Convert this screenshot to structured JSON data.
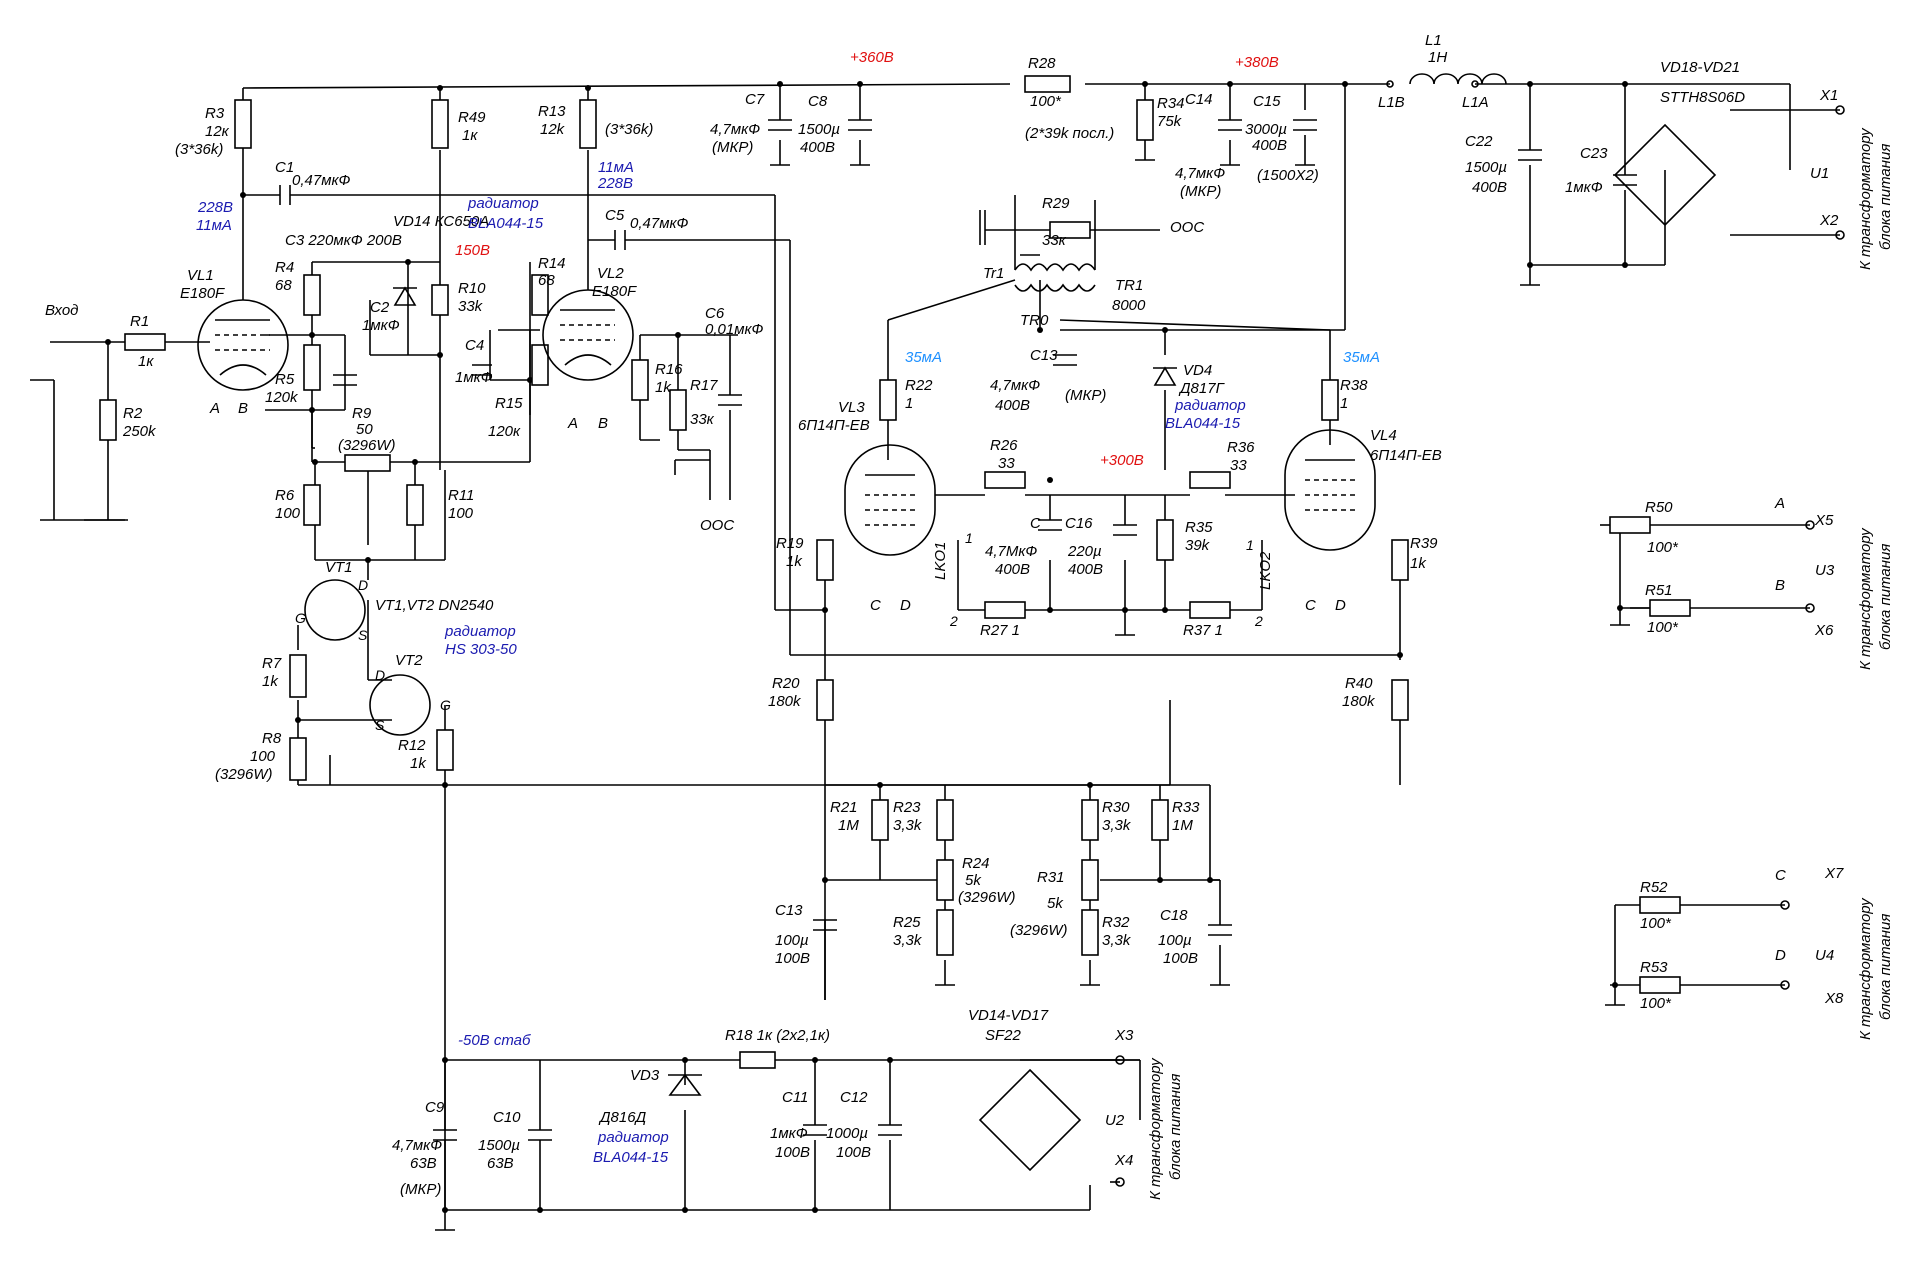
{
  "input": {
    "label": "Вход"
  },
  "rails": {
    "v360": "+360В",
    "v380": "+380В",
    "v150": "150В",
    "v300": "+300В",
    "m50": "-50В стаб",
    "vl1_supply": "228В\n11мА",
    "vl2_supply": "11мА\n228В",
    "vl3_current": "35мА",
    "vl4_current": "35мА"
  },
  "tubes": {
    "vl1": {
      "name": "VL1",
      "type": "E180F",
      "pinA": "A",
      "pinB": "B"
    },
    "vl2": {
      "name": "VL2",
      "type": "E180F",
      "pinA": "A",
      "pinB": "B"
    },
    "vl3": {
      "name": "VL3",
      "type": "6П14П-ЕВ",
      "pinC": "C",
      "pinD": "D"
    },
    "vl4": {
      "name": "VL4",
      "type": "6П14П-ЕВ",
      "pinC": "C",
      "pinD": "D"
    }
  },
  "transistors": {
    "vt1": "VT1",
    "vt2": "VT2",
    "type": "VT1,VT2 DN2540",
    "heatsink": "радиатор\nHS 303-50",
    "pins": {
      "g": "G",
      "d": "D",
      "s": "S"
    }
  },
  "resistors": {
    "r1": [
      "R1",
      "1к"
    ],
    "r2": [
      "R2",
      "250k"
    ],
    "r3": [
      "R3",
      "12к",
      "(3*36k)"
    ],
    "r4": [
      "R4",
      "68"
    ],
    "r5": [
      "R5",
      "120k"
    ],
    "r6": [
      "R6",
      "100"
    ],
    "r7": [
      "R7",
      "1k"
    ],
    "r8": [
      "R8",
      "100",
      "(3296W)"
    ],
    "r9": [
      "R9",
      "50",
      "(3296W)"
    ],
    "r10": [
      "R10",
      "33k"
    ],
    "r11": [
      "R11",
      "100"
    ],
    "r12": [
      "R12",
      "1k"
    ],
    "r13": [
      "R13",
      "12k",
      "(3*36k)"
    ],
    "r14": [
      "R14",
      "68"
    ],
    "r15": [
      "R15",
      "120к"
    ],
    "r16": [
      "R16",
      "1k"
    ],
    "r17": [
      "R17",
      "33к"
    ],
    "r18": [
      "R18 1к (2x2,1к)"
    ],
    "r19": [
      "R19",
      "1k"
    ],
    "r20": [
      "R20",
      "180k"
    ],
    "r21": [
      "R21",
      "1M"
    ],
    "r22": [
      "R22",
      "1"
    ],
    "r23": [
      "R23",
      "3,3k"
    ],
    "r24": [
      "R24",
      "5k",
      "(3296W)"
    ],
    "r25": [
      "R25",
      "3,3k"
    ],
    "r26": [
      "R26",
      "33"
    ],
    "r27": [
      "R27 1"
    ],
    "r28": [
      "R28",
      "100*",
      "(2*39k посл.)"
    ],
    "r29": [
      "R29",
      "33к"
    ],
    "r30": [
      "R30",
      "3,3k"
    ],
    "r31": [
      "R31",
      "5k",
      "(3296W)"
    ],
    "r32": [
      "R32",
      "3,3k"
    ],
    "r33": [
      "R33",
      "1M"
    ],
    "r34": [
      "R34",
      "75k"
    ],
    "r35": [
      "R35",
      "39k"
    ],
    "r36": [
      "R36",
      "33"
    ],
    "r37": [
      "R37 1"
    ],
    "r38": [
      "R38",
      "1"
    ],
    "r39": [
      "R39",
      "1k"
    ],
    "r40": [
      "R40",
      "180k"
    ],
    "r49": [
      "R49",
      "1к"
    ],
    "r50": [
      "R50",
      "100*"
    ],
    "r51": [
      "R51",
      "100*"
    ],
    "r52": [
      "R52",
      "100*"
    ],
    "r53": [
      "R53",
      "100*"
    ]
  },
  "capacitors": {
    "c1": [
      "C1",
      "0,47мкФ"
    ],
    "c2": [
      "C2",
      "1мкФ"
    ],
    "c3": "C3    220мкФ 200В",
    "c4": [
      "C4",
      "1мкФ"
    ],
    "c5": [
      "C5",
      "0,47мкФ"
    ],
    "c6": [
      "C6",
      "0,01мкФ"
    ],
    "c7": [
      "C7",
      "4,7мкФ",
      "(МКР)"
    ],
    "c8": [
      "C8",
      "1500µ",
      "400В"
    ],
    "c9": [
      "C9",
      "4,7мкФ",
      "63В",
      "(МКР)"
    ],
    "c10": [
      "C10",
      "1500µ",
      "63В"
    ],
    "c11": [
      "C11",
      "1мкФ",
      "100В"
    ],
    "c12": [
      "C12",
      "1000µ",
      "100В"
    ],
    "c13a": [
      "C13",
      "4,7мкФ",
      "400В",
      "(МКР)"
    ],
    "c13b": [
      "C13",
      "100µ",
      "100В"
    ],
    "c14": [
      "C14",
      "4,7мкФ",
      "(МКР)"
    ],
    "c15": [
      "C15",
      "3000µ",
      "400В",
      "(1500X2)"
    ],
    "c16": [
      "C16",
      "220µ",
      "400В"
    ],
    "c_mid": [
      "C",
      "4,7МкФ",
      "400В"
    ],
    "c18": [
      "C18",
      "100µ",
      "100В"
    ],
    "c22": [
      "C22",
      "1500µ",
      "400В"
    ],
    "c23": [
      "C23",
      "1мкФ"
    ]
  },
  "diodes": {
    "vd14": "VD14  КС650А",
    "vd4": [
      "VD4",
      "Д817Г",
      "радиатор",
      "BLA044-15"
    ],
    "vd3": [
      "VD3",
      "Д816Д",
      "радиатор",
      "BLA044-15"
    ],
    "bridge_top": [
      "VD18-VD21",
      "STTH8S06D"
    ],
    "bridge_bottom": [
      "VD14-VD17",
      "SF22"
    ]
  },
  "heatsinks": {
    "vl_radiator": "радиатор\nBLA044-15"
  },
  "inductor": {
    "l1": "L1",
    "value": "1Н",
    "l1b": "L1B",
    "l1a": "L1A"
  },
  "transformer": {
    "tr1_left": "Tr1",
    "tr1": "TR1",
    "tr1_val": "8000",
    "tr0": "TR0",
    "lko1": "LKO1",
    "lko2": "LKO2",
    "pin1": "1",
    "pin2": "2"
  },
  "feedback": {
    "oos": "ООС"
  },
  "terminals": {
    "x1": "X1",
    "x2": "X2",
    "x3": "X3",
    "x4": "X4",
    "x5": "X5",
    "x6": "X6",
    "x7": "X7",
    "x8": "X8",
    "u1": "U1",
    "u2": "U2",
    "u3": "U3",
    "u4": "U4",
    "a": "A",
    "b": "B",
    "c": "C",
    "d": "D"
  },
  "power_label": "К трансформатору\nблока питания"
}
